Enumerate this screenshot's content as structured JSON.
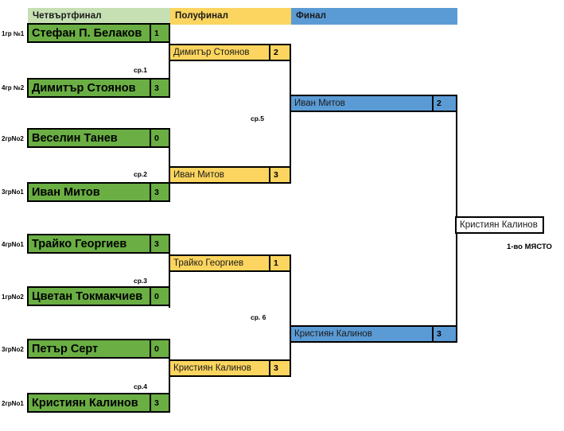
{
  "headers": [
    {
      "label": "Четвъртфинал",
      "color": "#c6e0b4"
    },
    {
      "label": "Полуфинал",
      "color": "#fbd55f"
    },
    {
      "label": "Финал",
      "color": "#5b9bd5"
    }
  ],
  "colors": {
    "quarterfinal": "#6aae44",
    "semifinal": "#fbd55f",
    "final": "#5b9bd5",
    "header_quarterfinal": "#c6e0b4",
    "border": "#000000",
    "background": "#ffffff"
  },
  "quarterfinals": [
    {
      "seed": "1гр №1",
      "name": "Стефан П. Белаков",
      "score": "1"
    },
    {
      "seed": "4гр №2",
      "name": "Димитър Стоянов",
      "score": "3"
    },
    {
      "seed": "2грNo2",
      "name": "Веселин Танев",
      "score": "0"
    },
    {
      "seed": "3грNo1",
      "name": "Иван Митов",
      "score": "3"
    },
    {
      "seed": "4грNo1",
      "name": "Трайко Георгиев",
      "score": "3"
    },
    {
      "seed": "1грNo2",
      "name": "Цветан Токмакчиев",
      "score": "0"
    },
    {
      "seed": "3грNo2",
      "name": "Петър Серт",
      "score": "0"
    },
    {
      "seed": "2грNo1",
      "name": "Кристиян Калинов",
      "score": "3"
    }
  ],
  "semifinals": [
    {
      "name": "Димитър Стоянов",
      "score": "2"
    },
    {
      "name": "Иван Митов",
      "score": "3"
    },
    {
      "name": "Трайко Георгиев",
      "score": "1"
    },
    {
      "name": "Кристиян Калинов",
      "score": "3"
    }
  ],
  "finals": [
    {
      "name": "Иван Митов",
      "score": "2"
    },
    {
      "name": "Кристиян Калинов",
      "score": "3"
    }
  ],
  "winner": {
    "name": "Кристиян Калинов",
    "place": "1-во МЯСТО"
  },
  "match_labels": [
    "ср.1",
    "ср.2",
    "ср.3",
    "ср.4",
    "ср.5",
    "ср. 6"
  ]
}
